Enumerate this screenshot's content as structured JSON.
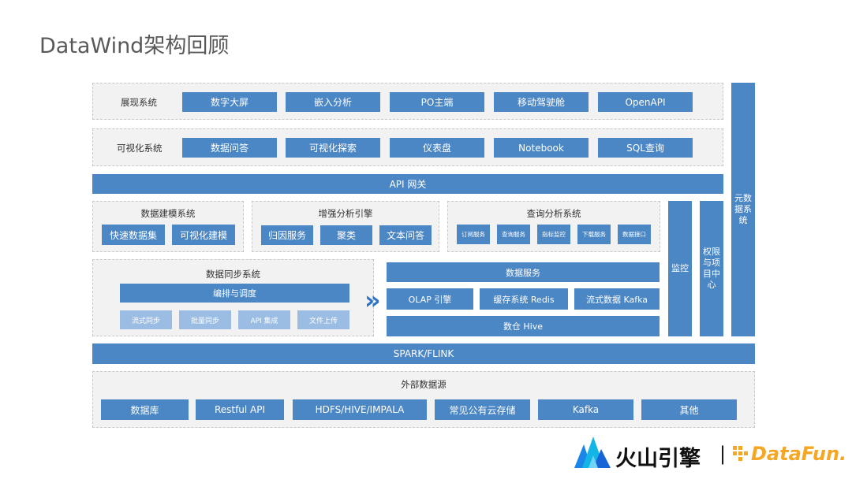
{
  "title": "DataWind架构回顾",
  "display": {
    "label": "展现系统",
    "items": [
      "数字大屏",
      "嵌入分析",
      "PO主端",
      "移动驾驶舱",
      "OpenAPI"
    ]
  },
  "visual": {
    "label": "可视化系统",
    "items": [
      "数据问答",
      "可视化探索",
      "仪表盘",
      "Notebook",
      "SQL查询"
    ]
  },
  "api_gateway": "API 网关",
  "modeling": {
    "label": "数据建模系统",
    "items": [
      "快速数据集",
      "可视化建模"
    ]
  },
  "enhanced": {
    "label": "增强分析引擎",
    "items": [
      "归因服务",
      "聚类",
      "文本问答"
    ]
  },
  "query": {
    "label": "查询分析系统",
    "items": [
      "订阅服务",
      "查询服务",
      "指标监控",
      "下载服务",
      "数据接口"
    ]
  },
  "monitor": "监控",
  "permission": "权限与项目中心",
  "metadata": "元数据系统",
  "sync": {
    "label": "数据同步系统",
    "orchestration": "编排与调度",
    "items": [
      "流式同步",
      "批量同步",
      "API 集成",
      "文件上传"
    ]
  },
  "arrow": "»",
  "services": {
    "label": "数据服务",
    "items": [
      "OLAP 引擎",
      "缓存系统 Redis",
      "流式数据 Kafka"
    ],
    "warehouse": "数仓 Hive"
  },
  "compute": "SPARK/FLINK",
  "external": {
    "label": "外部数据源",
    "items": [
      "数据库",
      "Restful API",
      "HDFS/HIVE/IMPALA",
      "常见公有云存储",
      "Kafka",
      "其他"
    ]
  },
  "logos": {
    "volcano": "火山引擎",
    "separator": "|",
    "datafun": "DataFun."
  },
  "colors": {
    "primary_blue": "#4b86c5",
    "light_blue": "#9bbde3",
    "panel_bg": "#f2f2f2",
    "title_gray": "#595959",
    "datafun_orange": "#f5a623"
  }
}
